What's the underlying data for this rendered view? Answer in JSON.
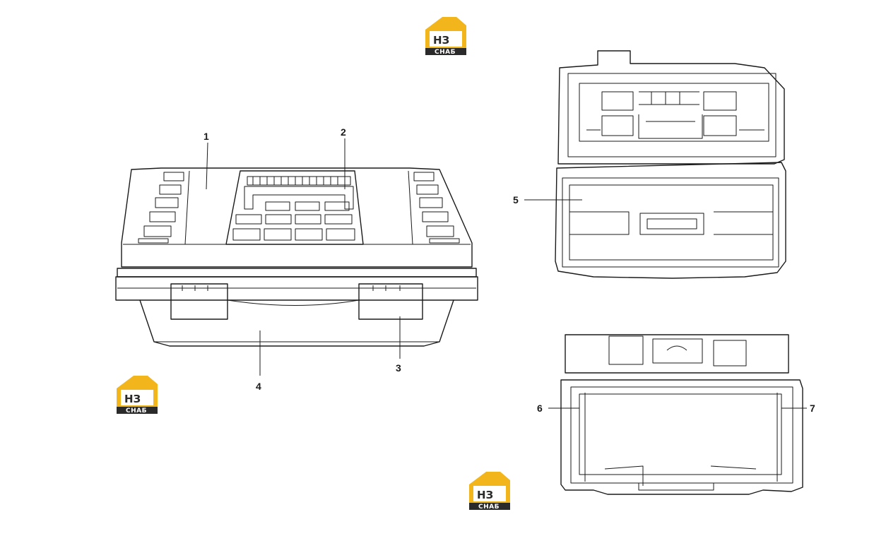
{
  "callouts": [
    {
      "label": "1"
    },
    {
      "label": "2"
    },
    {
      "label": "3"
    },
    {
      "label": "4"
    },
    {
      "label": "5"
    },
    {
      "label": "6"
    },
    {
      "label": "7"
    }
  ],
  "logo": {
    "mark": "НЗ",
    "wordmark": "СНАБ",
    "color_primary": "#F2B51C",
    "color_dark": "#2A2A2A"
  }
}
